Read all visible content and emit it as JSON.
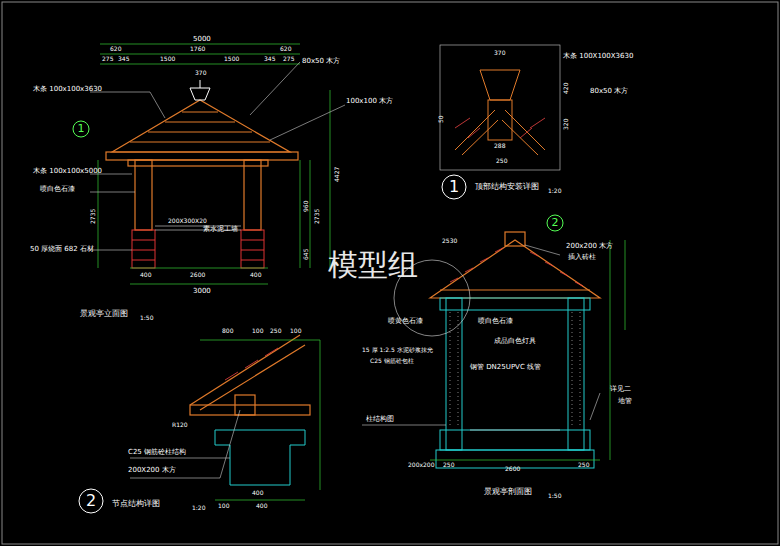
{
  "diagram": {
    "nodes": [
      {
        "text": [
          "1"
        ]
      },
      {
        "text": [
          "1"
        ]
      },
      {
        "text": [
          "2"
        ]
      },
      {
        "text": [
          "2"
        ]
      }
    ],
    "labels": [
      "5000",
      "620",
      "1760",
      "620",
      "275",
      "345",
      "1500",
      "1500",
      "345",
      "275",
      "370",
      "80x50 木方",
      "100x100 木方",
      "木条 100x100x3630",
      "木条 100x100x5000",
      "喷白色石漆",
      "200X300X20",
      "素水泥工墙",
      "50 厚烧面 682 石材",
      "400",
      "2600",
      "400",
      "3000",
      "2735",
      "4427",
      "2735",
      "960",
      "645",
      "景观亭立面图",
      "1:50",
      "370",
      "木条 100X100X3630",
      "80x50 木方",
      "420",
      "320",
      "288",
      "250",
      "50",
      "顶部结构安装详图",
      "1:20",
      "2530",
      "200x200 木方",
      "插入砖柱",
      "喷黄色石漆",
      "喷白色石漆",
      "15 厚 1:2.5 水泥砂浆抹光",
      "C25 钢筋砼包柱",
      "成品白色灯具",
      "钢管 DN25UPVC 线管",
      "柱结构图",
      "详见二",
      "地管",
      "250",
      "250",
      "2600",
      "200x200",
      "景观亭剖面图",
      "1:50",
      "800",
      "100",
      "250",
      "100",
      "R120",
      "C25 钢筋砼柱结构",
      "200X200 木方",
      "400",
      "100",
      "400",
      "节点结构详图",
      "1:20",
      "模型组"
    ]
  }
}
